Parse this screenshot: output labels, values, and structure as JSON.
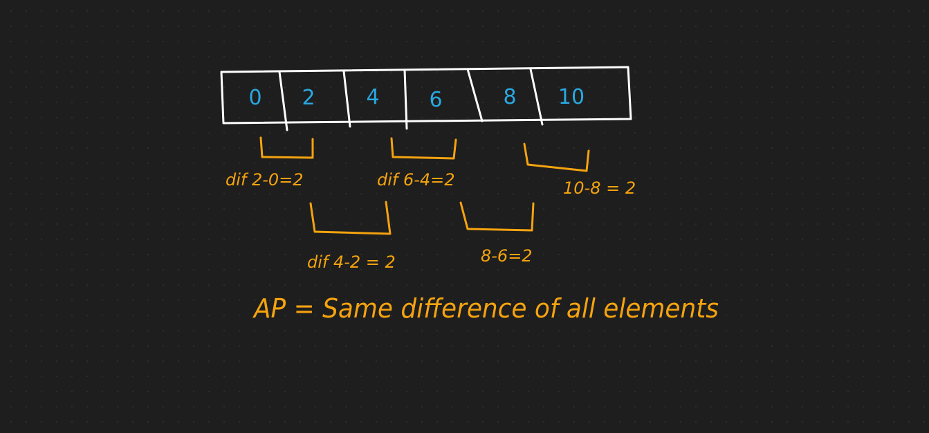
{
  "array": {
    "cells": [
      "0",
      "2",
      "4",
      "6",
      "8",
      "10"
    ]
  },
  "annotations": [
    {
      "id": "diff-2-0",
      "text": "dif 2-0=2"
    },
    {
      "id": "diff-6-4",
      "text": "dif 6-4=2"
    },
    {
      "id": "diff-10-8",
      "text": "10-8 = 2"
    },
    {
      "id": "diff-4-2",
      "text": "dif 4-2 = 2"
    },
    {
      "id": "diff-8-6",
      "text": "8-6=2"
    }
  ],
  "summary": "AP = Same difference of all elements",
  "colors": {
    "background": "#1e1e1e",
    "box_stroke": "#ffffff",
    "cell_text": "#29a8e0",
    "annotation": "#f5a30f"
  }
}
